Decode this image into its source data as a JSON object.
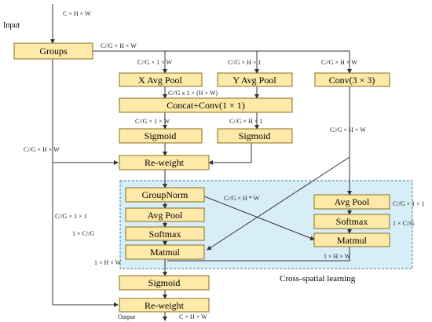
{
  "io": {
    "input": "Input",
    "output": "Output",
    "input_dim": "C × H × W",
    "output_dim": "C × H × W"
  },
  "boxes": {
    "groups": "Groups",
    "x_avg_pool": "X Avg Pool",
    "y_avg_pool": "Y Avg Pool",
    "conv3": "Conv(3 × 3)",
    "concat_conv": "Concat+Conv(1 × 1)",
    "sigmoid_left": "Sigmoid",
    "sigmoid_right": "Sigmoid",
    "reweight_top": "Re-weight",
    "groupnorm": "GroupNorm",
    "avg_pool_left": "Avg Pool",
    "softmax_left": "Softmax",
    "matmul_left": "Matmul",
    "avg_pool_right": "Avg Pool",
    "softmax_right": "Softmax",
    "matmul_right": "Matmul",
    "sigmoid_bottom": "Sigmoid",
    "reweight_bottom": "Re-weight"
  },
  "dims": {
    "groups_out": "C//G × H × W",
    "xpool_in": "C//G × 1 × W",
    "ypool_in": "C//G × H × 1",
    "conv_in": "C//G × H × W",
    "concat_in": "C//G x 1 × (H + W)",
    "sig_left_in": "C//G × 1 × W",
    "sig_right_in": "C//G × H × 1",
    "skip_top": "C//G × H × W",
    "conv_out": "C//G × H × W",
    "cross_dim": "C//G × H * W",
    "left_chain": "C//G × 1 × 1",
    "left_chain2": "1 × C//G",
    "right_pool_out": "C//G × 1 × 1",
    "right_soft_out": "1 × C//G",
    "matmul_left_out": "1 × H × W",
    "matmul_right_out": "1 × H × W"
  },
  "caption": "Cross-spatial learning",
  "colors": {
    "box_fill": "#fde9a8",
    "box_stroke": "#8a6d1e",
    "region_fill": "#d7eef6",
    "region_stroke": "#3a7fa8"
  }
}
